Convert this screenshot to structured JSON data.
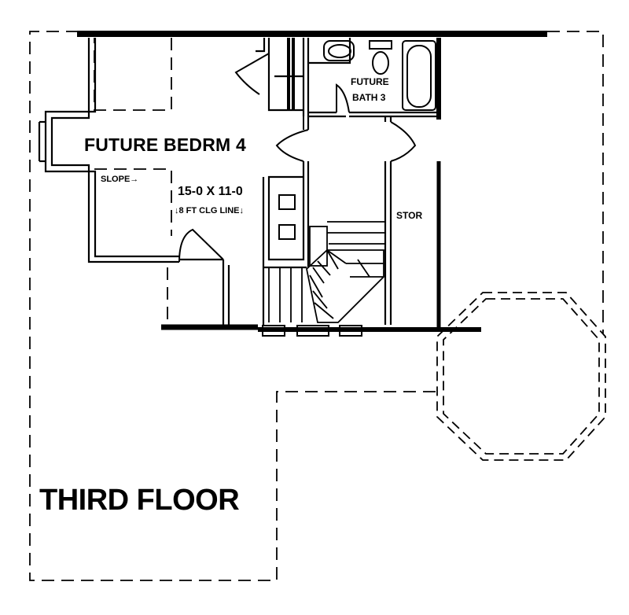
{
  "plan": {
    "room_bedroom": "FUTURE BEDRM 4",
    "bedroom_size": "15-0 X 11-0",
    "ceiling_note": "↓8 FT CLG LINE↓",
    "slope_note": "SLOPE→",
    "bath_line1": "FUTURE",
    "bath_line2": "BATH 3",
    "storage": "STOR",
    "floor_title": "THIRD FLOOR"
  }
}
